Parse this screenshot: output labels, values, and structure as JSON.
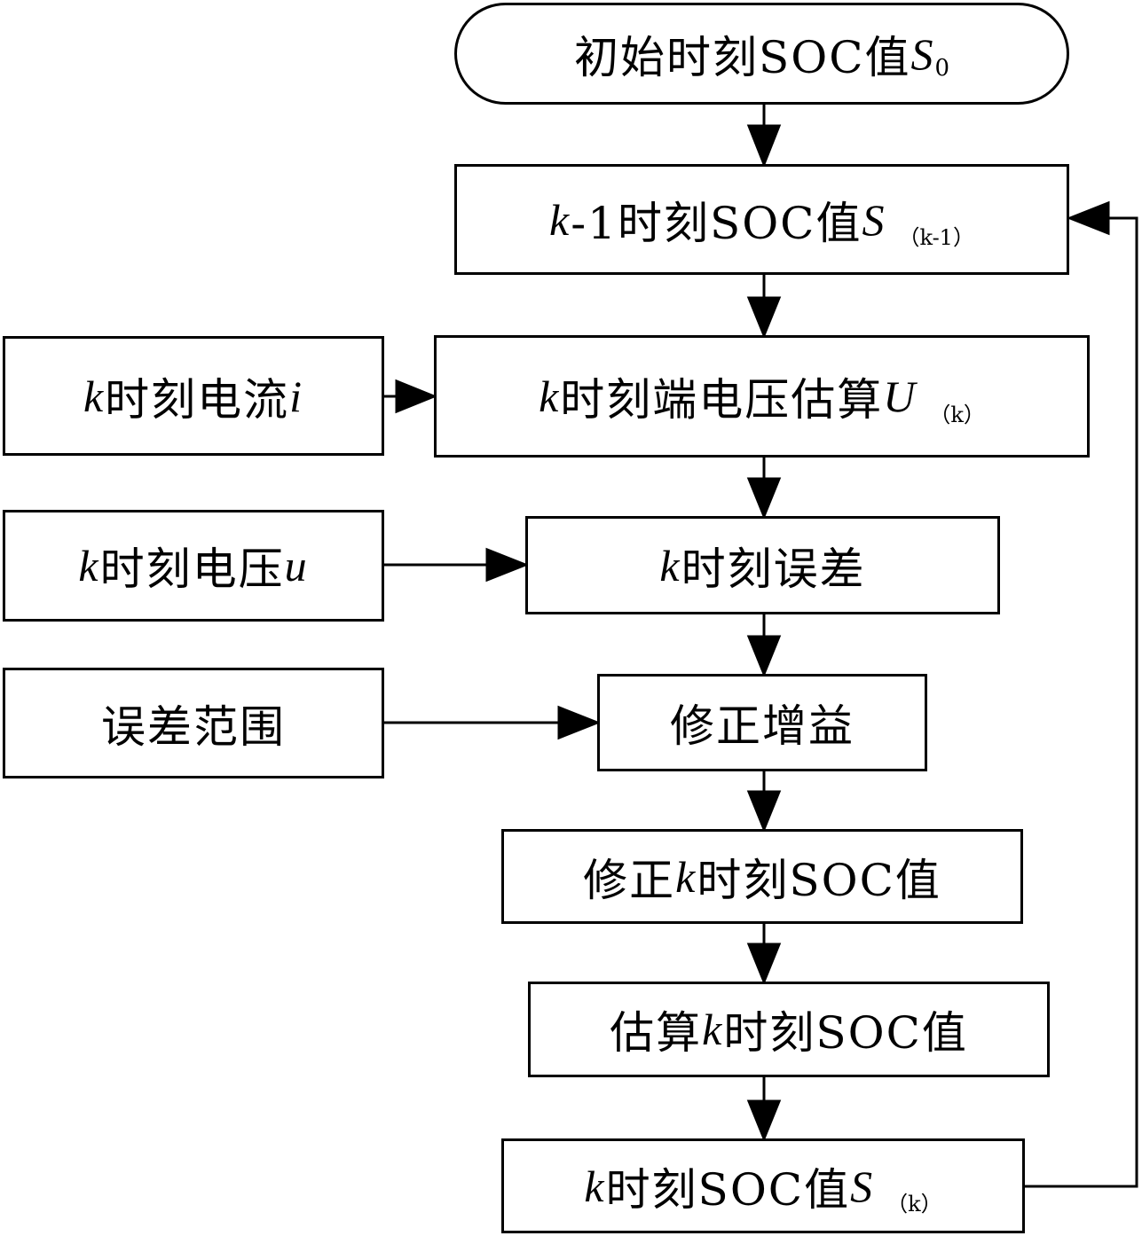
{
  "diagram": {
    "nodes": {
      "start": {
        "text": "初始时刻SOC值",
        "var": "S",
        "sub": "0"
      },
      "prev": {
        "var_k": "k",
        "text": "-1时刻SOC值",
        "var": "S",
        "sub": "（k-1）"
      },
      "estU": {
        "var_k": "k",
        "text": "时刻端电压估算",
        "var": "U",
        "sub": "（k）"
      },
      "current": {
        "var_k": "k",
        "text": "时刻电流",
        "var": "i"
      },
      "error": {
        "var_k": "k",
        "text": "时刻误差"
      },
      "voltage": {
        "var_k": "k",
        "text": "时刻电压",
        "var": "u"
      },
      "range": {
        "text": "误差范围"
      },
      "gain": {
        "text": "修正增益"
      },
      "corr": {
        "pre": "修正",
        "var_k": "k",
        "text": "时刻SOC值"
      },
      "est": {
        "pre": "估算",
        "var_k": "k",
        "text": "时刻SOC值"
      },
      "final": {
        "var_k": "k",
        "text": "时刻SOC值",
        "var": "S",
        "sub": "（k）"
      }
    },
    "colors": {
      "stroke": "#000000",
      "fill": "#ffffff"
    }
  }
}
